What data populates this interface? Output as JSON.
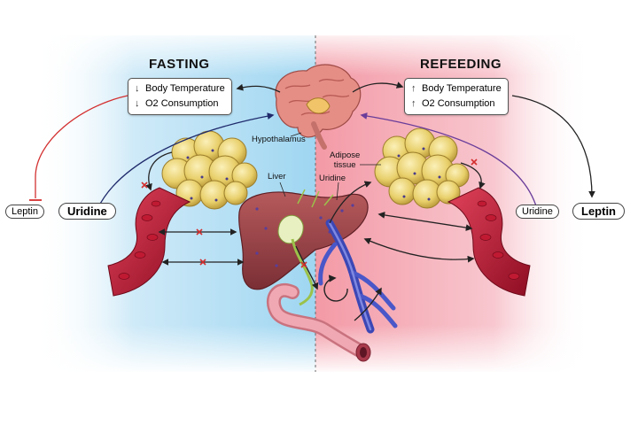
{
  "fasting": {
    "title": "FASTING",
    "body_temperature": "Body Temperature",
    "o2_consumption": "O2 Consumption",
    "down_arrow": "↓",
    "leptin": "Leptin",
    "uridine": "Uridine"
  },
  "refeeding": {
    "title": "REFEEDING",
    "body_temperature": "Body Temperature",
    "o2_consumption": "O2 Consumption",
    "up_arrow": "↑",
    "uridine": "Uridine",
    "leptin": "Leptin"
  },
  "labels": {
    "hypothalamus": "Hypothalamus",
    "liver": "Liver",
    "adipose_tissue_line1": "Adipose",
    "adipose_tissue_line2": "tissue",
    "uridine": "Uridine"
  },
  "colors": {
    "fasting_bg": "#a9d9f2",
    "refeeding_bg": "#f4a3ad",
    "inhibit_red": "#d32f2f",
    "arrow_dark": "#222222",
    "arrow_navy": "#1f2a6b",
    "arrow_purple": "#6a3d9a",
    "liver": "#8c3a3f",
    "fat": "#e9d37a",
    "vein": "#4a57c8",
    "vessel": "#b3122f"
  }
}
